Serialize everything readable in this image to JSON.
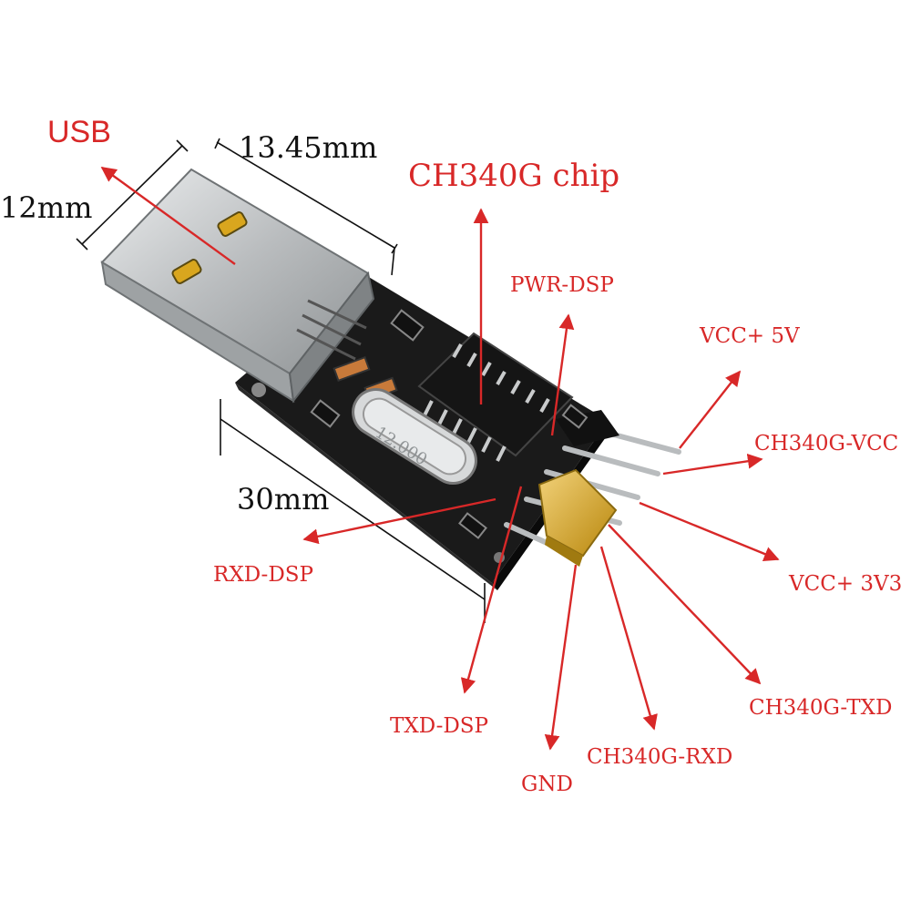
{
  "colors": {
    "annotation": "#d82828",
    "dimension": "#111111",
    "pcb": "#1a1a1a",
    "usb_metal": "#c9cbcc",
    "jumper": "#d4a017"
  },
  "labels": {
    "usb": "USB",
    "width": "12mm",
    "plug_length": "13.45mm",
    "chip": "CH340G chip",
    "pwr_dsp": "PWR-DSP",
    "vcc_5v": "VCC+ 5V",
    "ch340g_vcc": "CH340G-VCC",
    "board_length": "30mm",
    "rxd_dsp": "RXD-DSP",
    "vcc_3v3": "VCC+ 3V3",
    "txd_dsp": "TXD-DSP",
    "gnd": "GND",
    "ch340g_rxd": "CH340G-RXD",
    "ch340g_txd": "CH340G-TXD"
  },
  "crystal": {
    "marking": "12.000"
  },
  "icons": [
    "usb-plug-icon",
    "pcb-board-icon",
    "chip-icon",
    "crystal-icon",
    "jumper-icon",
    "header-pin-icon"
  ]
}
